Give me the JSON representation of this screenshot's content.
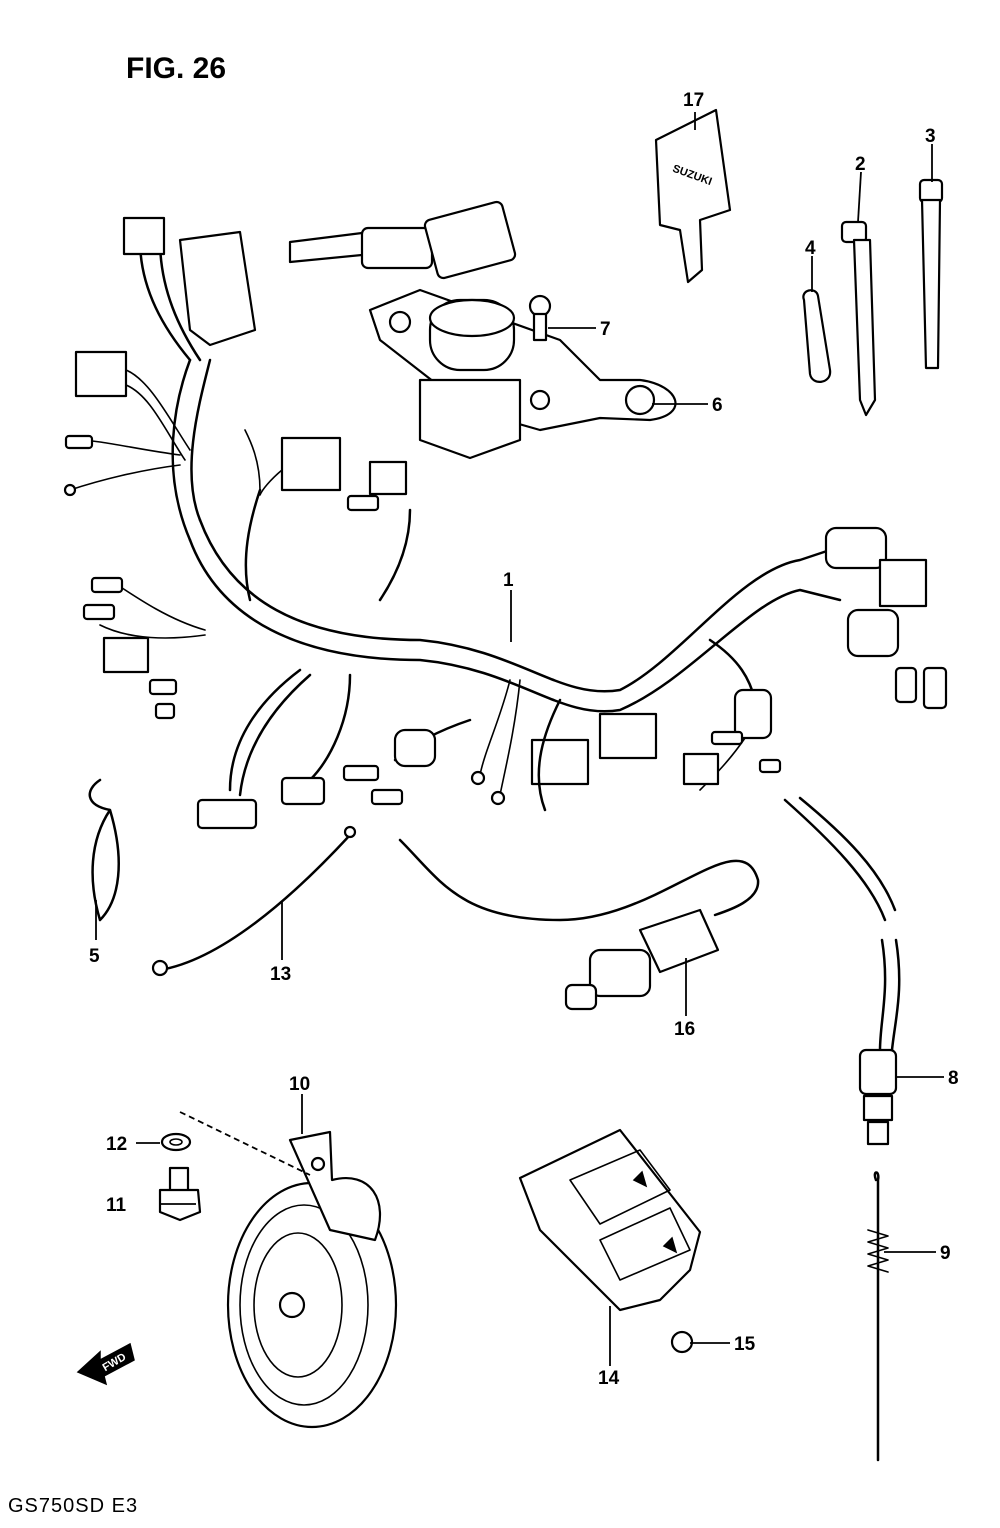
{
  "figure": {
    "title": "FIG. 26",
    "model": "GS750SD  E3"
  },
  "part_labels": {
    "p1": "1",
    "p2": "2",
    "p3": "3",
    "p4": "4",
    "p5": "5",
    "p6": "6",
    "p7": "7",
    "p8": "8",
    "p9": "9",
    "p10": "10",
    "p11": "11",
    "p12": "12",
    "p13": "13",
    "p14": "14",
    "p15": "15",
    "p16": "16",
    "p17": "17"
  },
  "markings": {
    "key_brand": "SUZUKI",
    "forward_arrow": "FWD"
  }
}
